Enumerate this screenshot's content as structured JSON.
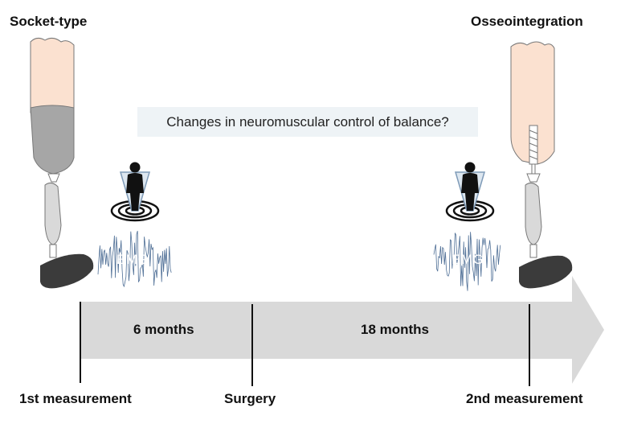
{
  "labels": {
    "left_title": "Socket-type",
    "right_title": "Osseointegration",
    "question": "Changes in neuromuscular control of balance?",
    "period_1": "6 months",
    "period_2": "18 months",
    "milestone_1": "1st measurement",
    "milestone_2": "Surgery",
    "milestone_3": "2nd measurement",
    "emg_1": "EMG",
    "emg_2": "EMG"
  },
  "colors": {
    "arrow": "#d9d9d9",
    "skin": "#fbe1d0",
    "socket": "#a6a6a6",
    "pylon": "#d9d9d9",
    "foot": "#3b3b3b",
    "emg": "#4f6f96"
  }
}
